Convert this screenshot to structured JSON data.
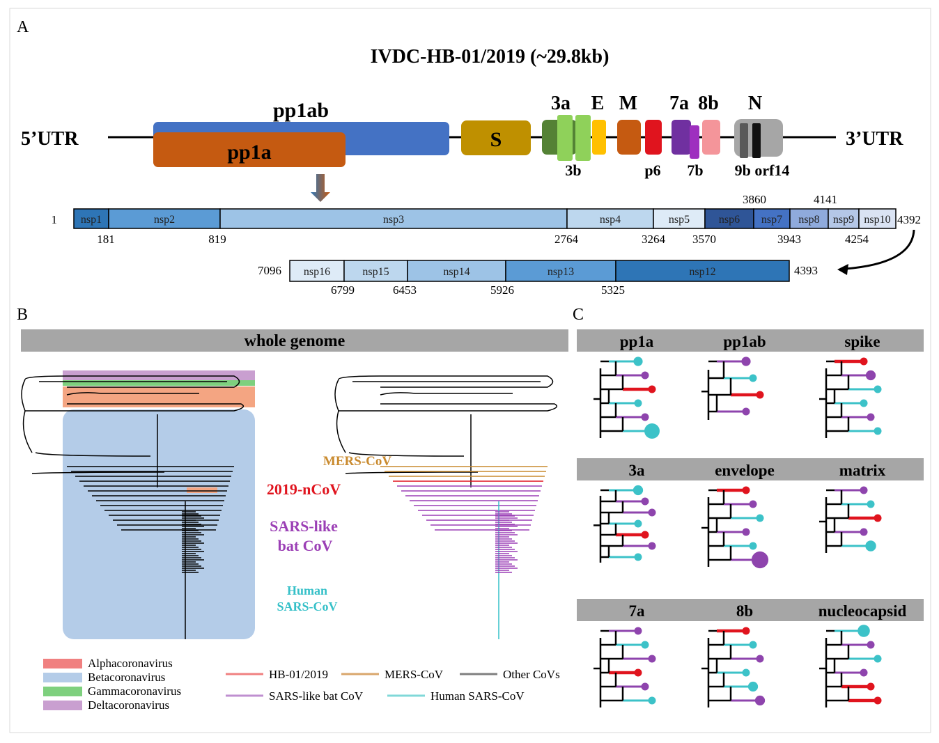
{
  "panels": {
    "a": "A",
    "b": "B",
    "c": "C"
  },
  "genome": {
    "title": "IVDC-HB-01/2019  (~29.8kb)",
    "utr5": "5’UTR",
    "utr3": "3’UTR",
    "genes": {
      "pp1ab": "pp1ab",
      "pp1a": "pp1a",
      "s": "S",
      "g3a": "3a",
      "e": "E",
      "m": "M",
      "g7a": "7a",
      "g8b": "8b",
      "n": "N",
      "g3b": "3b",
      "p6": "p6",
      "g7b": "7b",
      "g9b_orf14": "9b orf14"
    },
    "colors": {
      "pp1ab": "#4472c4",
      "pp1a": "#c55a11",
      "s": "#bf9000",
      "g3a": "#548235",
      "g3b": "#8fd15a",
      "e": "#ffc000",
      "m": "#c55a11",
      "p6": "#e0141e",
      "g7a": "#7030a0",
      "g7b": "#9e2fbf",
      "g8b": "#f4959a",
      "n": "#a6a6a6"
    }
  },
  "nsp_row1": [
    {
      "label": "nsp1",
      "color": "#2e75b6"
    },
    {
      "label": "nsp2",
      "color": "#5b9bd5"
    },
    {
      "label": "nsp3",
      "color": "#9dc3e6"
    },
    {
      "label": "nsp4",
      "color": "#bdd7ee"
    },
    {
      "label": "nsp5",
      "color": "#deebf7"
    },
    {
      "label": "nsp6",
      "color": "#2f5597"
    },
    {
      "label": "nsp7",
      "color": "#4472c4"
    },
    {
      "label": "nsp8",
      "color": "#8faadc"
    },
    {
      "label": "nsp9",
      "color": "#b4c7e7"
    },
    {
      "label": "nsp10",
      "color": "#dae3f3"
    }
  ],
  "nsp_row1_numbers": {
    "start": "1",
    "end": "4392",
    "below": [
      "181",
      "819",
      "2764",
      "3264",
      "3570",
      "3943",
      "4254"
    ],
    "above": [
      "3860",
      "4141"
    ]
  },
  "nsp_row2": [
    {
      "label": "nsp16",
      "color": "#deebf7"
    },
    {
      "label": "nsp15",
      "color": "#bdd7ee"
    },
    {
      "label": "nsp14",
      "color": "#9dc3e6"
    },
    {
      "label": "nsp13",
      "color": "#5b9bd5"
    },
    {
      "label": "nsp12",
      "color": "#2e75b6"
    }
  ],
  "nsp_row2_numbers": {
    "start": "7096",
    "end": "4393",
    "below": [
      "6799",
      "6453",
      "5926",
      "5325"
    ]
  },
  "panel_b": {
    "header": "whole genome",
    "labels": {
      "mers": "MERS-CoV",
      "ncov": "2019-nCoV",
      "sars_bat_1": "SARS-like",
      "sars_bat_2": "bat CoV",
      "human_1": "Human",
      "human_2": "SARS-CoV"
    },
    "legend_genus": [
      {
        "label": "Alphacoronavirus",
        "color": "#f08080"
      },
      {
        "label": "Betacoronavirus",
        "color": "#b4cce8"
      },
      {
        "label": "Gammacoronavirus",
        "color": "#7ed07e"
      },
      {
        "label": "Deltacoronavirus",
        "color": "#c99fd0"
      }
    ],
    "legend_lineage": [
      {
        "label": "HB-01/2019",
        "color": "#f08080"
      },
      {
        "label": "MERS-CoV",
        "color": "#d9a66b"
      },
      {
        "label": "Other CoVs",
        "color": "#7f7f7f"
      },
      {
        "label": "SARS-like bat CoV",
        "color": "#bf8fd0"
      },
      {
        "label": "Human SARS-CoV",
        "color": "#80d8d8"
      }
    ],
    "colors": {
      "ncov": "#e0141e",
      "mers": "#c98a2e",
      "bat": "#9b3fb5",
      "human": "#35c0c8"
    }
  },
  "panel_c": {
    "rows": [
      [
        "pp1a",
        "pp1ab",
        "spike"
      ],
      [
        "3a",
        "envelope",
        "matrix"
      ],
      [
        "7a",
        "8b",
        "nucleocapsid"
      ]
    ],
    "colors": {
      "red": "#e0141e",
      "purple": "#8e44ad",
      "teal": "#3cc2c8"
    }
  }
}
